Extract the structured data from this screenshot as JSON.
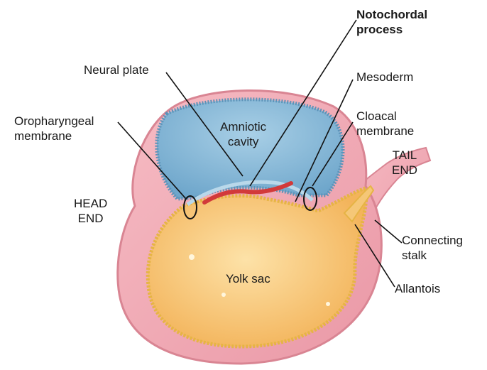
{
  "labels": {
    "notochordal_process": [
      "Notochordal",
      "process"
    ],
    "neural_plate": "Neural plate",
    "mesoderm": "Mesoderm",
    "cloacal_membrane": [
      "Cloacal",
      "membrane"
    ],
    "oropharyngeal_membrane": [
      "Oropharyngeal",
      "membrane"
    ],
    "amniotic_cavity": [
      "Amniotic",
      "cavity"
    ],
    "tail_end": [
      "TAIL",
      "END"
    ],
    "head_end": [
      "HEAD",
      "END"
    ],
    "connecting_stalk": [
      "Connecting",
      "stalk"
    ],
    "yolk_sac": "Yolk sac",
    "allantois": "Allantois"
  },
  "colors": {
    "outer_tissue": "#f2aab3",
    "outer_tissue_edge": "#d98593",
    "amniotic_fluid": "#86b9d8",
    "amnion_cells": "#5d93b8",
    "yolk_sac": "#f8c97a",
    "yolk_cells": "#e6b445",
    "notochord": "#d23a3a"
  }
}
